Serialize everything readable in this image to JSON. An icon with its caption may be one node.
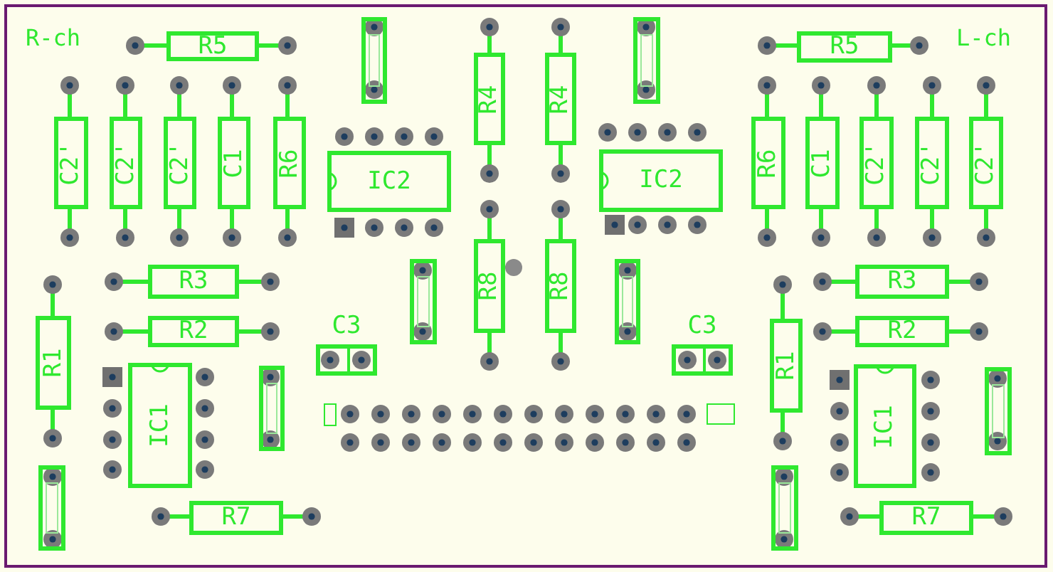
{
  "diagram": {
    "nodes": [
      {
        "text": [
          "R5"
        ]
      },
      {
        "text": [],
        "shape": "box"
      },
      {
        "text": [
          "R4"
        ]
      },
      {
        "text": [
          "R4"
        ]
      },
      {
        "text": [],
        "shape": "box"
      },
      {
        "text": [
          "R5"
        ]
      },
      {
        "text": [
          "C2'"
        ]
      },
      {
        "text": [
          "C2'"
        ]
      },
      {
        "text": [
          "C2'"
        ]
      },
      {
        "text": [
          "C1"
        ]
      },
      {
        "text": [
          "R6"
        ]
      },
      {
        "text": [
          "IC2"
        ]
      },
      {
        "text": [
          "IC2"
        ]
      },
      {
        "text": [
          "R6"
        ]
      },
      {
        "text": [
          "C1"
        ]
      },
      {
        "text": [
          "C2'"
        ]
      },
      {
        "text": [
          "C2'"
        ]
      },
      {
        "text": [
          "C2'"
        ]
      },
      {
        "text": [
          "R3"
        ]
      },
      {
        "text": [],
        "shape": "box"
      },
      {
        "text": [
          "R8"
        ]
      },
      {
        "text": [
          "R8"
        ]
      },
      {
        "text": [],
        "shape": "box"
      },
      {
        "text": [
          "R3"
        ]
      },
      {
        "text": [
          "R1"
        ]
      },
      {
        "text": [
          "R2"
        ]
      },
      {
        "text": [
          "C3"
        ]
      },
      {
        "text": [
          "C3"
        ]
      },
      {
        "text": [
          "R1"
        ]
      },
      {
        "text": [
          "R2"
        ]
      },
      {
        "text": [
          "IC1"
        ]
      },
      {
        "text": [],
        "shape": "box"
      },
      {
        "text": [
          "IC1"
        ]
      },
      {
        "text": [],
        "shape": "box"
      },
      {
        "text": [],
        "shape": "box"
      },
      {
        "text": [
          "R7"
        ]
      },
      {
        "text": [],
        "shape": "box"
      },
      {
        "text": [
          "R7"
        ]
      }
    ],
    "labels": [
      "R-ch",
      "L-ch"
    ]
  }
}
